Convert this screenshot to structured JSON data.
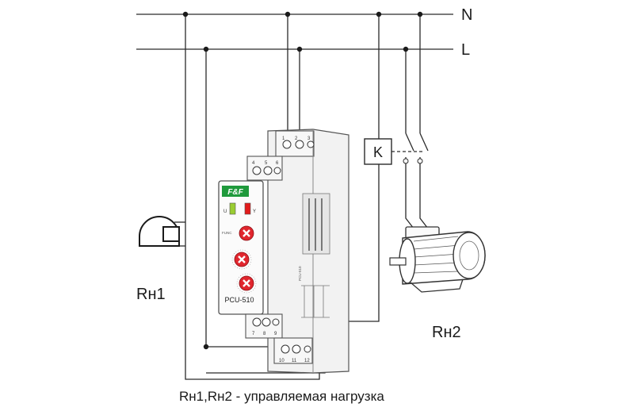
{
  "bus": {
    "neutral_label": "N",
    "line_label": "L"
  },
  "loads": {
    "load1_label": "Rн1",
    "load2_label": "Rн2"
  },
  "contactor": {
    "label": "K"
  },
  "device": {
    "brand": "F&F",
    "model": "PCU-510",
    "side_model": "PCU-510",
    "led_u": "U",
    "led_y": "Y",
    "knob_func": "FUNC",
    "terminals_top": [
      "1",
      "2",
      "3"
    ],
    "terminals_upper": [
      "4",
      "5",
      "6"
    ],
    "terminals_lower": [
      "7",
      "8",
      "9"
    ],
    "terminals_bottom": [
      "10",
      "11",
      "12"
    ]
  },
  "caption": "Rн1,Rн2 - управляемая нагрузка",
  "colors": {
    "wire": "#2a2a2a",
    "brand_green": "#1f9a3c",
    "led_green": "#9acd32",
    "led_red": "#e21b1b",
    "knob_red": "#e0262e"
  }
}
